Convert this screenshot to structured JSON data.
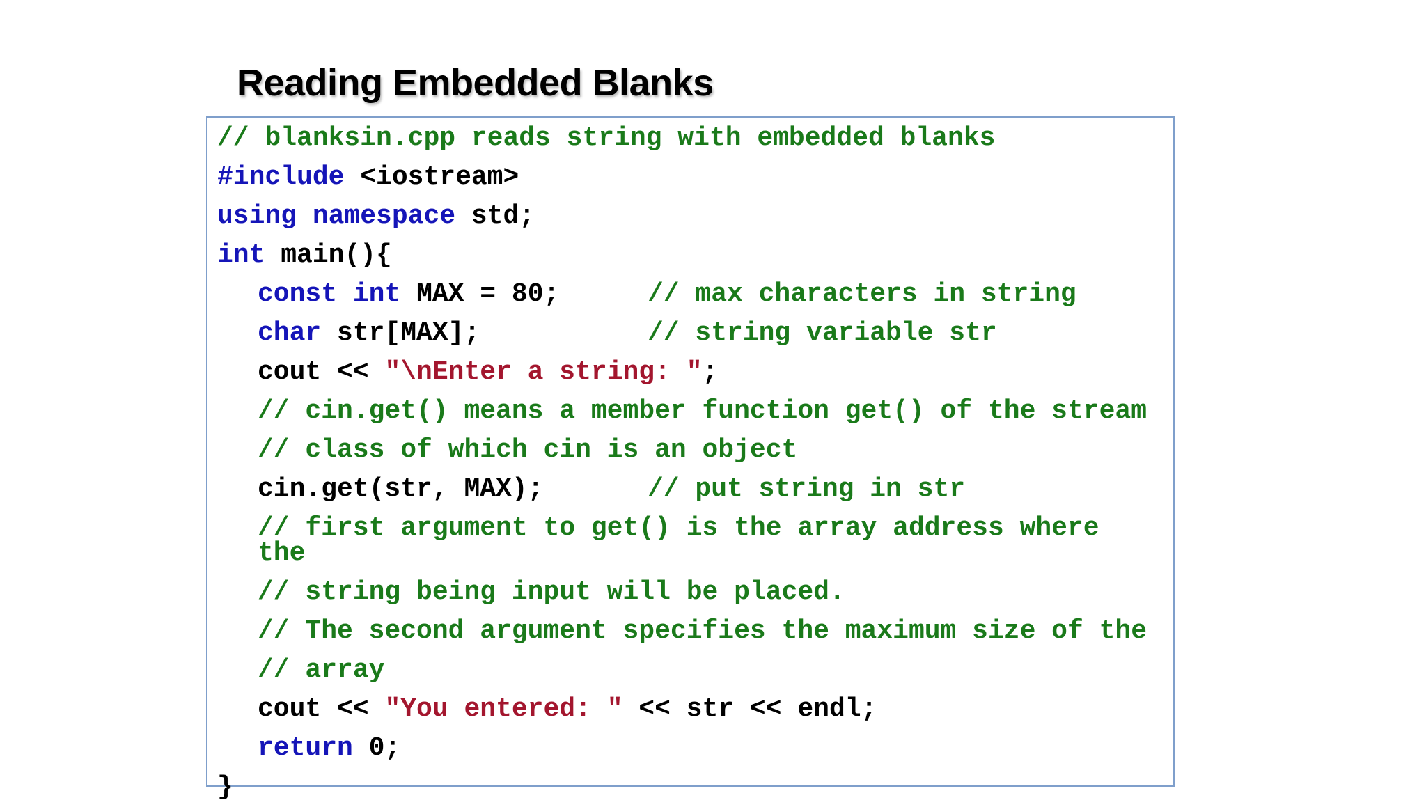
{
  "slide": {
    "title": "Reading Embedded Blanks"
  },
  "code": {
    "l01_comment": "// blanksin.cpp reads string with embedded blanks",
    "l02_kw": "#include",
    "l02_rest": " <iostream>",
    "l03_kw1": "using",
    "l03_kw2": "namespace",
    "l03_rest": " std;",
    "l04_kw": "int",
    "l04_rest": " main(){",
    "l05_kw1": "const",
    "l05_kw2": "int",
    "l05_rest": " MAX = 80;",
    "l05_comment": "// max characters in string",
    "l06_kw": "char",
    "l06_rest": " str[MAX];",
    "l06_comment": "// string variable str",
    "l07_pre": "cout << ",
    "l07_str": "\"\\nEnter a string: \"",
    "l07_post": ";",
    "l08_comment": "// cin.get() means a member function get() of the stream",
    "l09_comment": "// class of which cin is an object",
    "l10_code": "cin.get(str, MAX);",
    "l10_comment": "// put string in str",
    "l11_comment": "// first argument to get() is the array address where",
    "l11b_comment": "the",
    "l12_comment": "// string being input will be placed.",
    "l13_comment": "// The second argument specifies the maximum size of the",
    "l14_comment": "// array",
    "l15_pre": "cout << ",
    "l15_str": "\"You entered: \"",
    "l15_post": " << str << endl;",
    "l16_kw": "return",
    "l16_rest": " 0;",
    "l17_brace": "}"
  },
  "colors": {
    "keyword": "#1515b8",
    "comment": "#1a7a1a",
    "string": "#a3162e",
    "box_border": "#7f9fcb"
  }
}
